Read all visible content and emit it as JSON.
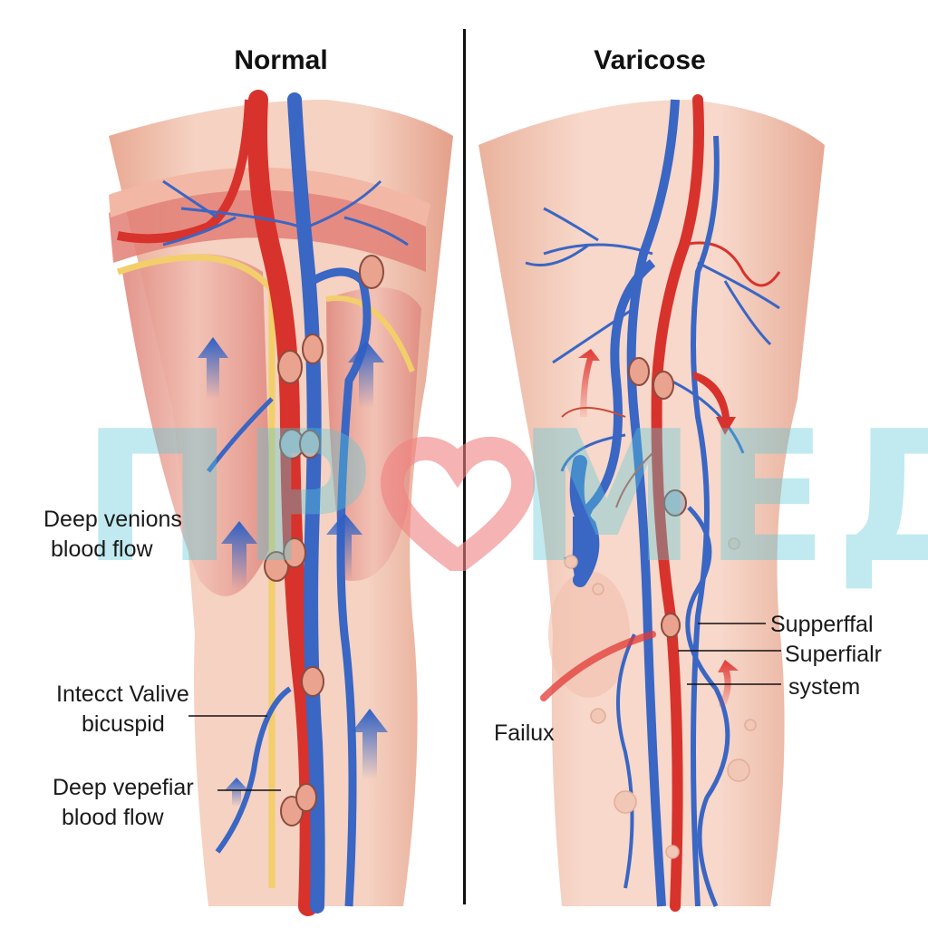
{
  "panels": {
    "normal": {
      "title": "Normal",
      "labels": {
        "deep_flow": [
          "Deep venions",
          "blood flow"
        ],
        "valve": [
          "Intecct Valive",
          "bicuspid"
        ],
        "deep_vepefiar": [
          "Deep vepefiar",
          "blood flow"
        ]
      }
    },
    "varicose": {
      "title": "Varicose",
      "labels": {
        "supperffal": "Supperffal",
        "superfialr": "Superfialr",
        "system": "system",
        "failux": "Failux"
      }
    }
  },
  "watermark": {
    "left": "ПР",
    "right": "МЕД"
  },
  "colors": {
    "artery": "#d8322c",
    "vein": "#3a66c4",
    "skin": "#f3c7b5",
    "muscle": "#e79c92",
    "nerve": "#f2cf6a",
    "watermark": "#5ac8d7",
    "watermark_heart": "#f08080"
  }
}
